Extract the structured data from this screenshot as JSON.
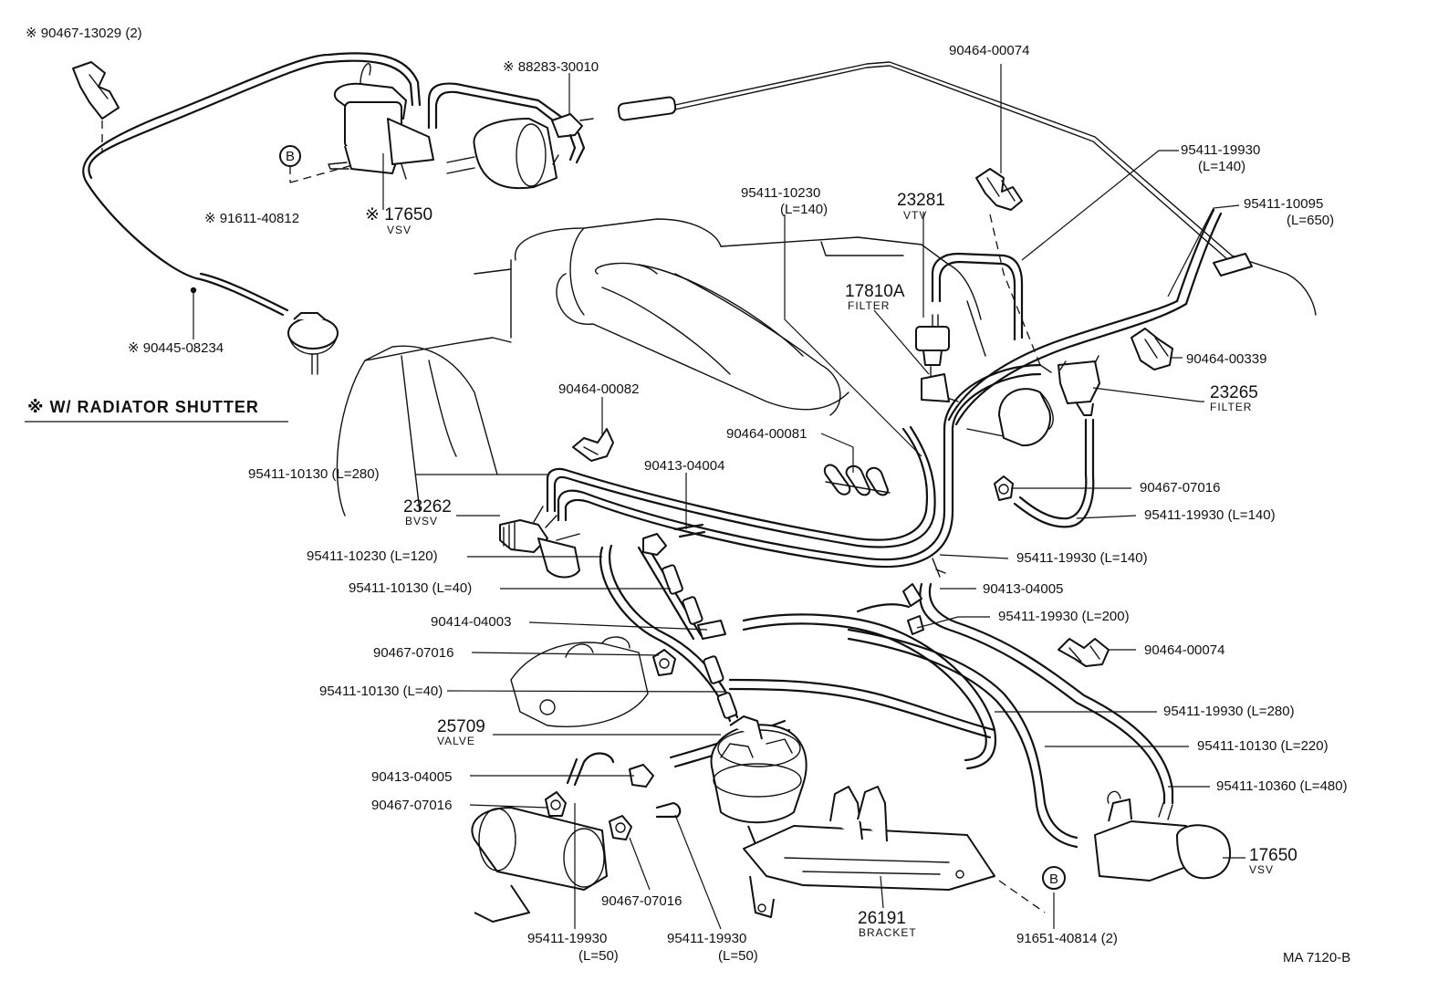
{
  "title_note": "※ W/ RADIATOR  SHUTTER",
  "drawing_code": "MA  7120-B",
  "callout_b": "B",
  "labels": {
    "p90467_13029": "※ 90467-13029 (2)",
    "p88283_30010": "※ 88283-30010",
    "p91611_40812": "※ 91611-40812",
    "p17650_top": "※ 17650",
    "vsv_top": "VSV",
    "p90445_08234": "※ 90445-08234",
    "p90464_00074_top": "90464-00074",
    "p95411_19930_top": "95411-19930",
    "l140_top": "(L=140)",
    "p95411_10095": "95411-10095",
    "l650": "(L=650)",
    "p95411_10230_top": "95411-10230",
    "l140_a": "(L=140)",
    "p23281": "23281",
    "vtv": "VTV",
    "p17810a": "17810A",
    "filter_a": "FILTER",
    "p90464_00339": "90464-00339",
    "p23265": "23265",
    "filter_b": "FILTER",
    "p90464_00082": "90464-00082",
    "p90464_00081": "90464-00081",
    "p95411_10130_280": "95411-10130 (L=280)",
    "p90413_04004": "90413-04004",
    "p90467_07016_r": "90467-07016",
    "p23262": "23262",
    "bvsv": "BVSV",
    "p95411_19930_140_a": "95411-19930 (L=140)",
    "p95411_10230_120": "95411-10230 (L=120)",
    "p95411_19930_140_b": "95411-19930 (L=140)",
    "p95411_10130_40_a": "95411-10130 (L=40)",
    "p90413_04005_r": "90413-04005",
    "p90414_04003": "90414-04003",
    "p95411_19930_200": "95411-19930 (L=200)",
    "p90467_07016_l": "90467-07016",
    "p90464_00074_r": "90464-00074",
    "p95411_10130_40_b": "95411-10130 (L=40)",
    "p95411_19930_280": "95411-19930 (L=280)",
    "p25709": "25709",
    "valve": "VALVE",
    "p95411_10130_220": "95411-10130 (L=220)",
    "p90413_04005_l": "90413-04005",
    "p95411_10360_480": "95411-10360 (L=480)",
    "p90467_07016_b": "90467-07016",
    "p17650_bot": "17650",
    "vsv_bot": "VSV",
    "p90467_07016_c": "90467-07016",
    "p95411_19930_50_a": "95411-19930",
    "l50_a": "(L=50)",
    "p95411_19930_50_b": "95411-19930",
    "l50_b": "(L=50)",
    "p26191": "26191",
    "bracket": "BRACKET",
    "p91651_40814": "91651-40814 (2)"
  }
}
